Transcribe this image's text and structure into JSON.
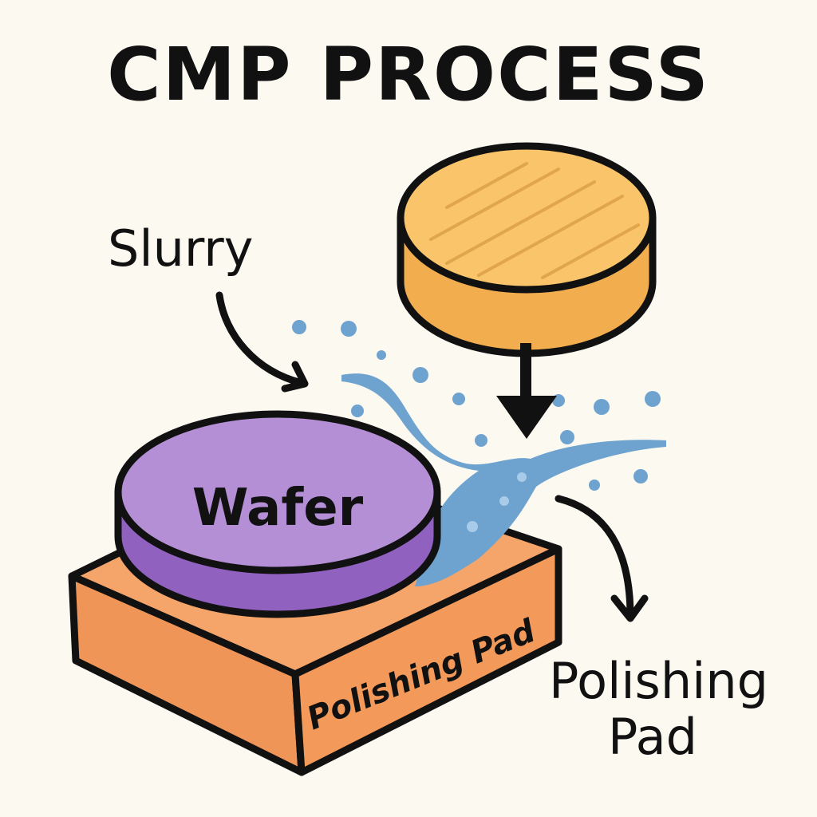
{
  "title": "CMP PROCESS",
  "labels": {
    "slurry": "Slurry",
    "wafer": "Wafer",
    "pad_side": "Polishing Pad",
    "pad_line1": "Polishing",
    "pad_line2": "Pad"
  },
  "colors": {
    "background": "#fcf9f1",
    "wafer_top": "#b48fd6",
    "wafer_side": "#9161bf",
    "pad_top": "#f5a56a",
    "pad_side": "#ef9557",
    "carrier_top": "#f9c46a",
    "carrier_side": "#f2ad4e",
    "slurry": "#6fa3cf",
    "outline": "#111111"
  },
  "icons": [
    "slurry-arrow",
    "down-arrow",
    "outflow-arrow"
  ]
}
